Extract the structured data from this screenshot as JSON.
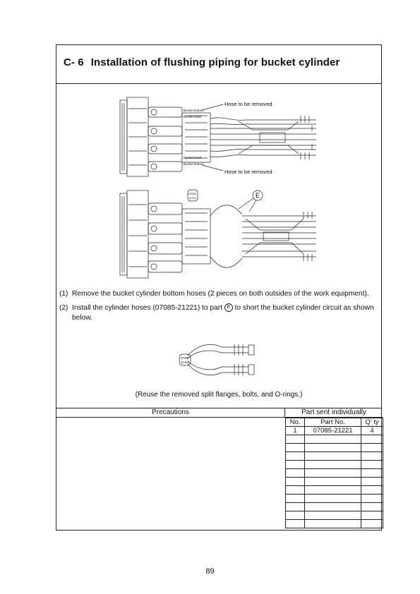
{
  "section": {
    "code": "C- 6",
    "title": "Installation of flushing piping for bucket cylinder"
  },
  "diagram1": {
    "callout_top": "Hose to be removed",
    "callout_bottom": "Hose to be removed",
    "label_bucket_bottom_top": "Bucket bottom",
    "label_bucket_head_top": "Bucket head",
    "label_bucket_head_bottom": "Bucket head",
    "label_bucket_bottom_bottom": "Bucket bottom"
  },
  "diagram2": {
    "part_tag_line1": "07085-",
    "part_tag_line2": "21221",
    "part_marker": "E"
  },
  "steps": [
    {
      "num": "(1)",
      "text": "Remove the bucket cylinder bottom hoses (2 pieces on both outsides of the work equipment)."
    },
    {
      "num": "(2)",
      "text_before": "Install the cylinder hoses (07085-21221) to part ",
      "marker": "E",
      "text_after": " to short the bucket cylinder circuit as shown below."
    }
  ],
  "diagram3": {
    "part_tag_line1": "07085-",
    "part_tag_line2": "21221"
  },
  "note": "(Reuse the removed split flanges, bolts, and O-rings.)",
  "precautions_header": "Precautions",
  "parts_header": "Part sent individually",
  "parts_columns": [
    "No.",
    "Part No.",
    "Q' ty"
  ],
  "parts_rows": [
    [
      "1",
      "07085-21221",
      "4"
    ],
    [
      "",
      "",
      ""
    ],
    [
      "",
      "",
      ""
    ],
    [
      "",
      "",
      ""
    ],
    [
      "",
      "",
      ""
    ],
    [
      "",
      "",
      ""
    ],
    [
      "",
      "",
      ""
    ],
    [
      "",
      "",
      ""
    ],
    [
      "",
      "",
      ""
    ],
    [
      "",
      "",
      ""
    ],
    [
      "",
      "",
      ""
    ],
    [
      "",
      "",
      ""
    ]
  ],
  "page_number": "89"
}
